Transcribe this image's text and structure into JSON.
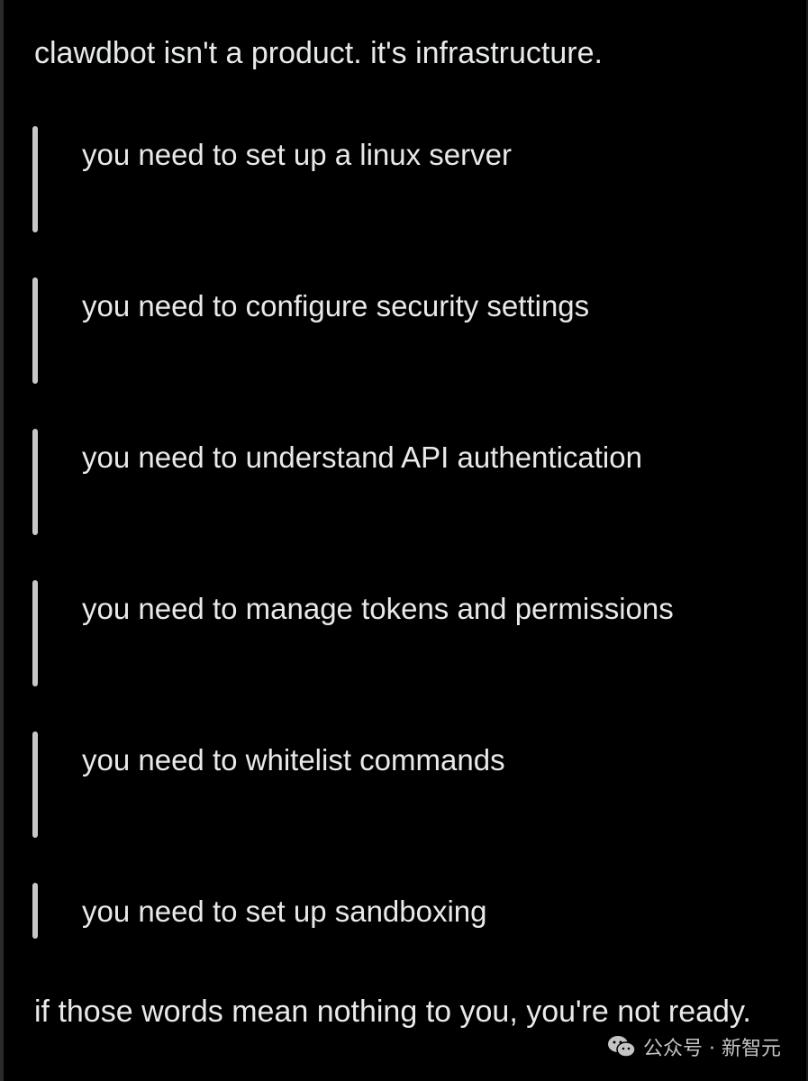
{
  "intro_text": "clawdbot isn't a product. it's infrastructure.",
  "quote_items": [
    "you need to set up a linux server",
    "you need to configure security settings",
    "you need to understand API authentication",
    "you need to manage tokens and permissions",
    "you need to whitelist commands",
    "you need to set up sandboxing"
  ],
  "outro_text": "if those words mean nothing to you, you're not ready.",
  "watermark": {
    "icon": "wechat-icon",
    "label": "公众号 · 新智元"
  },
  "colors": {
    "background": "#000000",
    "text": "#e7e9ea",
    "quote_bar": "#c8c8c8"
  }
}
